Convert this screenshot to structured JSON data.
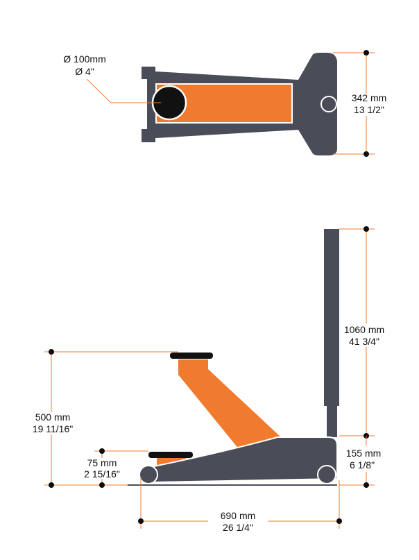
{
  "colors": {
    "body": "#4a4d57",
    "accent": "#f07a2e",
    "dim_line": "#f07a2e",
    "dot": "#0d0d0d",
    "text": "#111111"
  },
  "top_view": {
    "diameter": {
      "metric": "Ø 100mm",
      "imperial": "Ø 4\""
    },
    "width": {
      "metric": "342 mm",
      "imperial": "13 1/2\""
    }
  },
  "side_view": {
    "max_height": {
      "metric": "500 mm",
      "imperial": "19 11/16\""
    },
    "min_height": {
      "metric": "75 mm",
      "imperial": "2 15/16\""
    },
    "handle_length": {
      "metric": "1060 mm",
      "imperial": "41 3/4\""
    },
    "chassis_height": {
      "metric": "155 mm",
      "imperial": "6 1/8\""
    },
    "length": {
      "metric": "690 mm",
      "imperial": "26 1/4\""
    }
  }
}
